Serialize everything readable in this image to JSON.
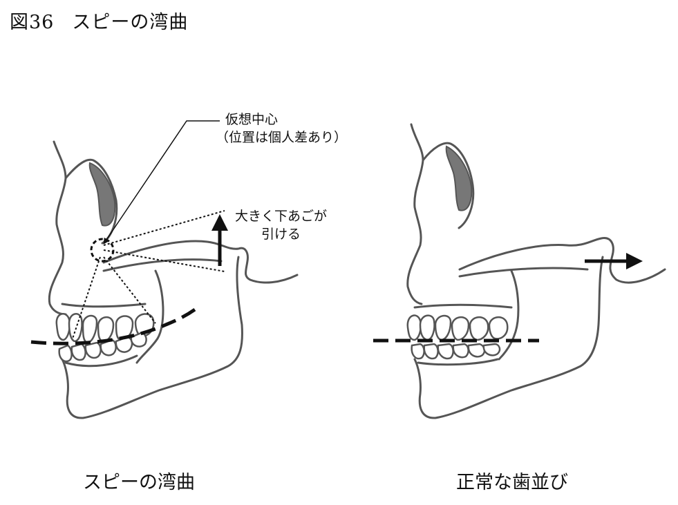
{
  "figure": {
    "number": "図36",
    "title": "スピーの湾曲"
  },
  "annotations": {
    "virtual_center": "仮想中心",
    "virtual_center_note": "（位置は個人差あり）",
    "jaw_pull_line1": "大きく下あごが",
    "jaw_pull_line2": "引ける"
  },
  "panels": {
    "left_caption": "スピーの湾曲",
    "right_caption": "正常な歯並び"
  },
  "colors": {
    "bone_outline": "#555555",
    "eye_socket_fill": "#777777",
    "curve_line": "#111111",
    "arrow": "#111111",
    "guide_lines": "#111111"
  }
}
